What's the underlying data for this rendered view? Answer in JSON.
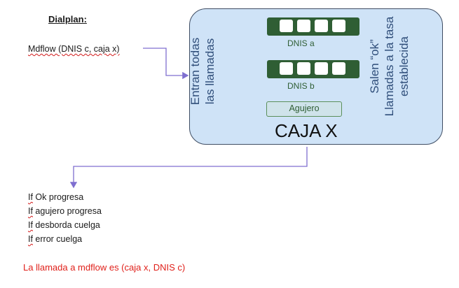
{
  "header": {
    "title": "Dialplan:"
  },
  "input_call": {
    "text": "Mdflow (DNIS c, caja x)"
  },
  "box": {
    "left_text_line1": "Entran todas",
    "left_text_line2": "las llamadas",
    "right_text_line1": "Salen “ok”",
    "right_text_line2": "Llamadas a la tasa",
    "right_text_line3": "establecida",
    "dnis_a_label": "DNIS a",
    "dnis_b_label": "DNIS b",
    "agujero_label": "Agujero",
    "caja_label": "CAJA X"
  },
  "conditions": [
    {
      "keyword": "If",
      "rest": " Ok progresa"
    },
    {
      "keyword": "If",
      "rest": " agujero progresa"
    },
    {
      "keyword": "If",
      "rest": " desborda cuelga"
    },
    {
      "keyword": "If",
      "rest": " error cuelga"
    }
  ],
  "note": {
    "text": "La llamada a mdflow es (caja x, DNIS c)"
  },
  "colors": {
    "box_fill": "#cfe3f7",
    "arrow": "#7f6fd0",
    "strip": "#2f5e34",
    "note": "#e0201a"
  }
}
